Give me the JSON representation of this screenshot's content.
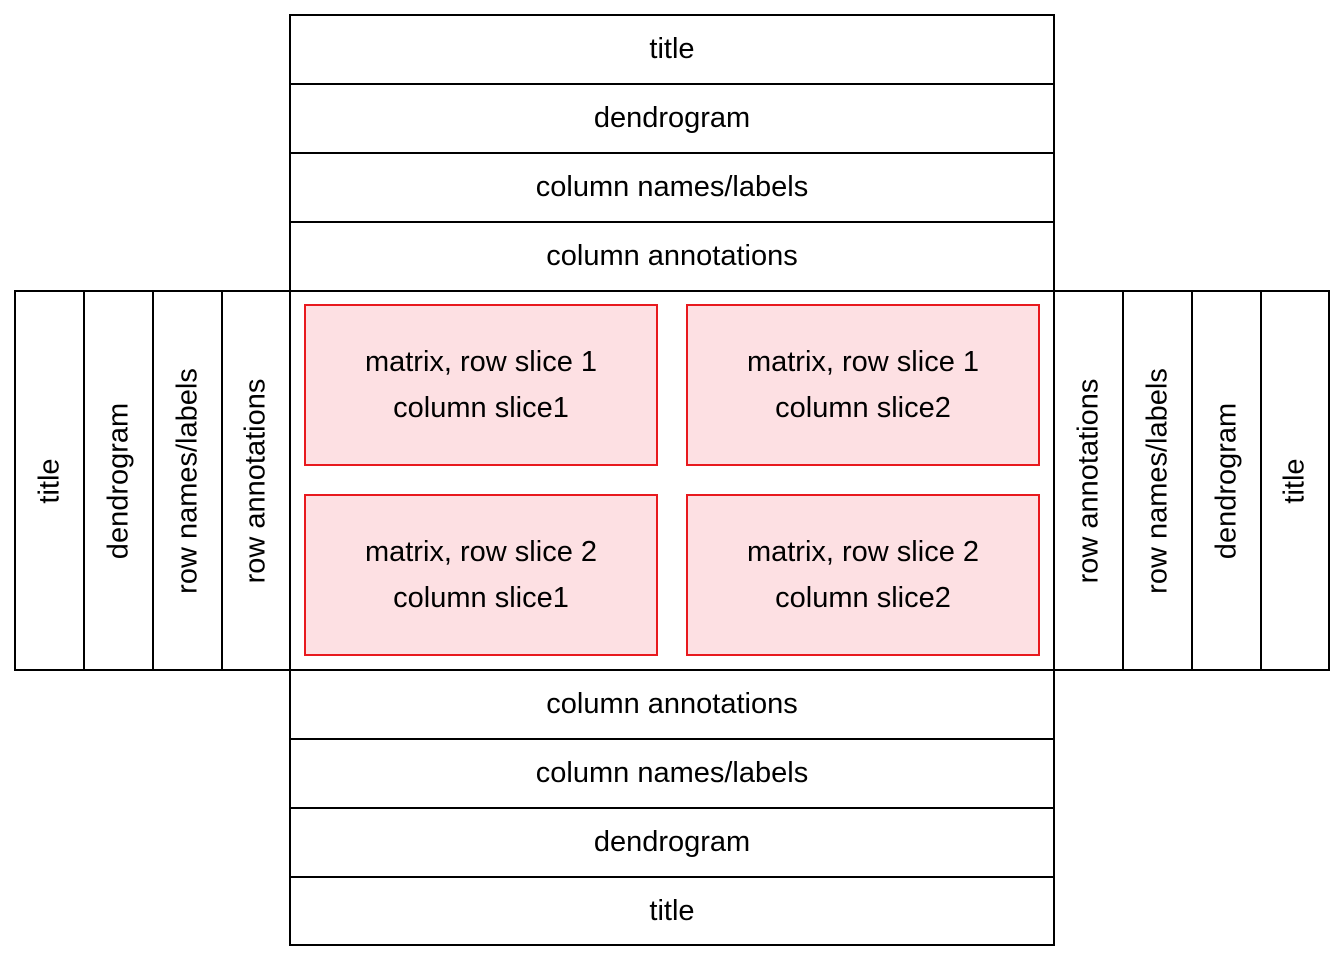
{
  "top": [
    "title",
    "dendrogram",
    "column names/labels",
    "column annotations"
  ],
  "bottom": [
    "column annotations",
    "column names/labels",
    "dendrogram",
    "title"
  ],
  "left": [
    "title",
    "dendrogram",
    "row names/labels",
    "row annotations"
  ],
  "right": [
    "row annotations",
    "row names/labels",
    "dendrogram",
    "title"
  ],
  "matrix": {
    "r1c1": {
      "line1": "matrix, row slice 1",
      "line2": "column slice1"
    },
    "r1c2": {
      "line1": "matrix, row slice 1",
      "line2": "column slice2"
    },
    "r2c1": {
      "line1": "matrix, row slice 2",
      "line2": "column slice1"
    },
    "r2c2": {
      "line1": "matrix, row slice 2",
      "line2": "column slice2"
    }
  },
  "colors": {
    "slice_border": "#e8191e",
    "slice_fill": "#fde0e3",
    "line": "#000000"
  }
}
